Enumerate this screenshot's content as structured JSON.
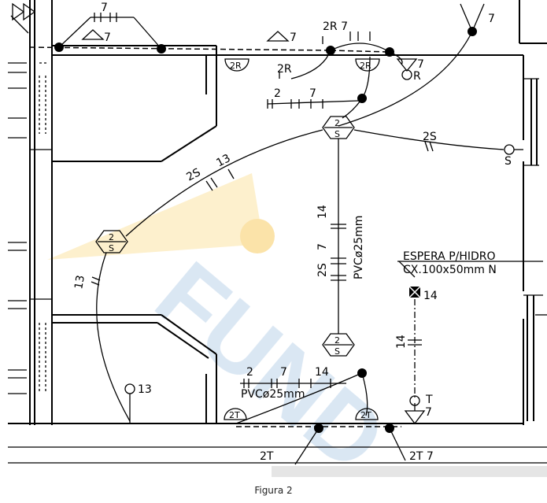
{
  "caption": "Figura 2",
  "watermark_color": "#f7cc63",
  "watermark_color_2": "#bcd3ea",
  "labels": {
    "top_7a": "7",
    "top_7b": "7",
    "top_7c": "7",
    "top_2r7": "2R 7",
    "top_7_right": "7",
    "r_2r": "2R",
    "r_2r_b": "2R",
    "r_7": "7",
    "r_r": "R",
    "c_2": "2",
    "c_7": "7",
    "c_2s_label": "2S",
    "node_top_2": "2",
    "node_top_s": "S",
    "node_left_2": "2",
    "node_left_s": "S",
    "node_bottom_2": "2",
    "node_bottom_s": "S",
    "s_right": "S",
    "diag_2s": "2S",
    "diag_13": "13",
    "vert_14": "14",
    "vert_7": "7",
    "vert_2s": "2S",
    "vert_pvc": "PVCø25mm",
    "left_13": "13",
    "espera_1": "ESPERA P/HIDRO",
    "espera_2": "CX.100x50mm N",
    "hidro_14": "14",
    "dd_14": "14",
    "t_label": "T",
    "t_7": "7",
    "bot_2": "2",
    "bot_7": "7",
    "bot_14": "14",
    "bot_pvc": "PVCø25mm",
    "lamp_13": "13",
    "lamp_2t_left": "2T",
    "lamp_2t_right": "2T",
    "bottom_2t": "2T",
    "bottom_2t7": "2T 7"
  }
}
